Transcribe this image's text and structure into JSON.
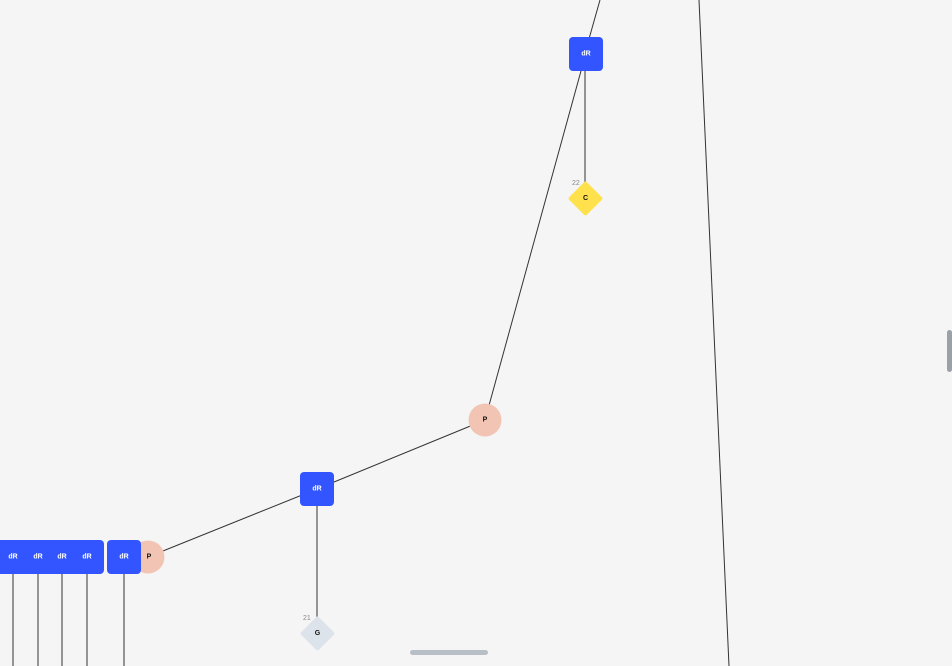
{
  "colors": {
    "background": "#f5f5f5",
    "deoxyribose": "#3355ff",
    "phosphate": "#f2c4b4",
    "cytosine": "#ffe14d",
    "guanine": "#dde3ea",
    "link": "#333333",
    "deoxyribose_text": "#ffffff",
    "base_text": "#111111"
  },
  "nodes": {
    "sugar_top": {
      "label": "dR",
      "kind": "sugar"
    },
    "base_c": {
      "label": "C",
      "kind": "base",
      "index": "22"
    },
    "phosphate_mid": {
      "label": "P",
      "kind": "phosphate"
    },
    "sugar_mid": {
      "label": "dR",
      "kind": "sugar"
    },
    "base_g": {
      "label": "G",
      "kind": "base",
      "index": "21"
    },
    "phosphate_left": {
      "label": "P",
      "kind": "phosphate"
    },
    "sugar_row": [
      {
        "label": "dR"
      },
      {
        "label": "dR"
      },
      {
        "label": "dR"
      },
      {
        "label": "dR"
      },
      {
        "label": "dR"
      }
    ]
  },
  "scrollbars": {
    "horizontal": "horizontal-scrollbar",
    "vertical": "vertical-scrollbar"
  }
}
